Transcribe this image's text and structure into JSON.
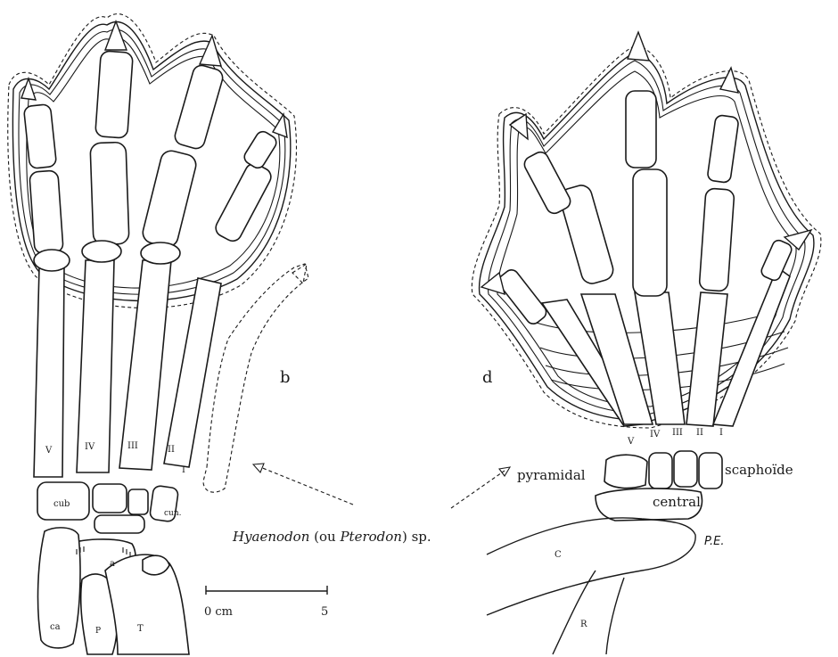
{
  "panels": {
    "left": "b",
    "right": "d"
  },
  "digits_left": [
    "V",
    "IV",
    "III",
    "II",
    "I"
  ],
  "digits_right": [
    "V",
    "IV",
    "III",
    "II",
    "I"
  ],
  "bones_left": {
    "cuboid": "cub",
    "cuneiform": "cun.",
    "astragalus": "a",
    "calcaneum": "ca",
    "fibula": "P",
    "tibia": "T"
  },
  "bones_right": {
    "pyramidal": "pyramidal",
    "scaphoid": "scaphoïde",
    "central": "central",
    "cubitus": "C",
    "radius": "R"
  },
  "caption": {
    "genus": "Hyaenodon",
    "open": " (ou ",
    "alt_genus": "Pterodon",
    "close": ") sp."
  },
  "scale": {
    "start": "0 cm",
    "end": "5"
  },
  "signature": "P.E."
}
